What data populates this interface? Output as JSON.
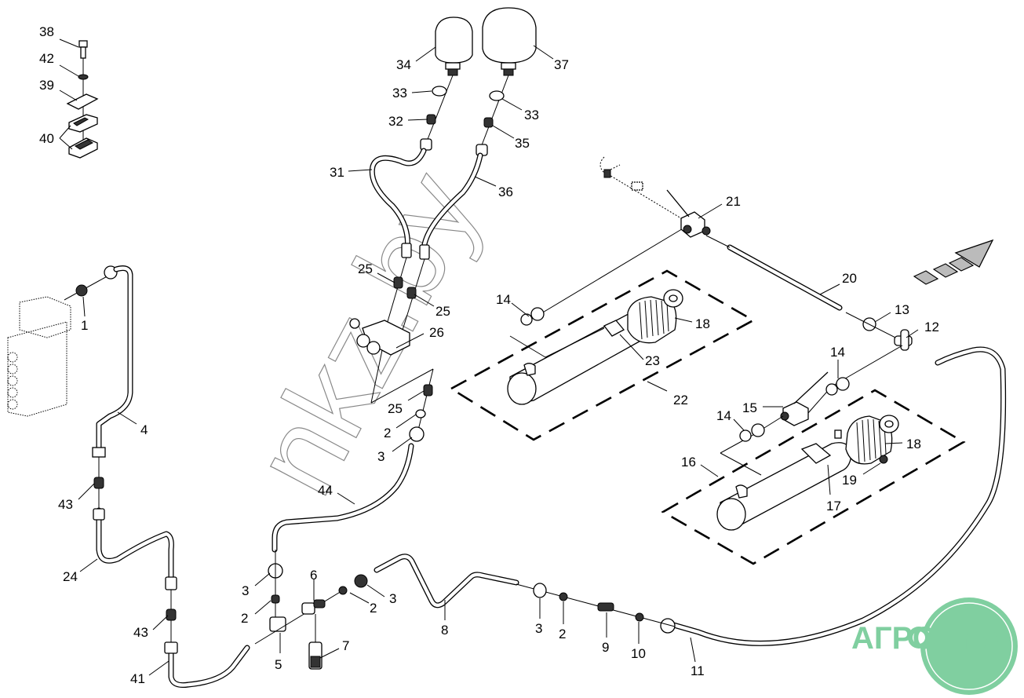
{
  "diagram": {
    "callouts": [
      {
        "id": "c38",
        "label": "38"
      },
      {
        "id": "c42",
        "label": "42"
      },
      {
        "id": "c39",
        "label": "39"
      },
      {
        "id": "c40",
        "label": "40"
      },
      {
        "id": "c34",
        "label": "34"
      },
      {
        "id": "c37",
        "label": "37"
      },
      {
        "id": "c33a",
        "label": "33"
      },
      {
        "id": "c33b",
        "label": "33"
      },
      {
        "id": "c32",
        "label": "32"
      },
      {
        "id": "c35",
        "label": "35"
      },
      {
        "id": "c31",
        "label": "31"
      },
      {
        "id": "c36",
        "label": "36"
      },
      {
        "id": "c21",
        "label": "21"
      },
      {
        "id": "c20",
        "label": "20"
      },
      {
        "id": "c13",
        "label": "13"
      },
      {
        "id": "c12",
        "label": "12"
      },
      {
        "id": "c25a",
        "label": "25"
      },
      {
        "id": "c25b",
        "label": "25"
      },
      {
        "id": "c26",
        "label": "26"
      },
      {
        "id": "c25c",
        "label": "25"
      },
      {
        "id": "c2a",
        "label": "2"
      },
      {
        "id": "c3a",
        "label": "3"
      },
      {
        "id": "c14a",
        "label": "14"
      },
      {
        "id": "c18a",
        "label": "18"
      },
      {
        "id": "c23",
        "label": "23"
      },
      {
        "id": "c22",
        "label": "22"
      },
      {
        "id": "c14b",
        "label": "14"
      },
      {
        "id": "c15",
        "label": "15"
      },
      {
        "id": "c14c",
        "label": "14"
      },
      {
        "id": "c18b",
        "label": "18"
      },
      {
        "id": "c16",
        "label": "16"
      },
      {
        "id": "c19",
        "label": "19"
      },
      {
        "id": "c17",
        "label": "17"
      },
      {
        "id": "c1",
        "label": "1"
      },
      {
        "id": "c4",
        "label": "4"
      },
      {
        "id": "c43a",
        "label": "43"
      },
      {
        "id": "c24",
        "label": "24"
      },
      {
        "id": "c43b",
        "label": "43"
      },
      {
        "id": "c41",
        "label": "41"
      },
      {
        "id": "c44",
        "label": "44"
      },
      {
        "id": "c3b",
        "label": "3"
      },
      {
        "id": "c2b",
        "label": "2"
      },
      {
        "id": "c6",
        "label": "6"
      },
      {
        "id": "c5",
        "label": "5"
      },
      {
        "id": "c7",
        "label": "7"
      },
      {
        "id": "c2c",
        "label": "2"
      },
      {
        "id": "c3c",
        "label": "3"
      },
      {
        "id": "c8",
        "label": "8"
      },
      {
        "id": "c3d",
        "label": "3"
      },
      {
        "id": "c2d",
        "label": "2"
      },
      {
        "id": "c9",
        "label": "9"
      },
      {
        "id": "c10",
        "label": "10"
      },
      {
        "id": "c11",
        "label": "11"
      }
    ]
  },
  "watermark": {
    "text": "nkz.by"
  },
  "logo": {
    "text": "АГРОНКА",
    "color": "#80cfa0"
  },
  "colors": {
    "line": "#000000",
    "background": "#ffffff",
    "watermark": "#888888"
  }
}
